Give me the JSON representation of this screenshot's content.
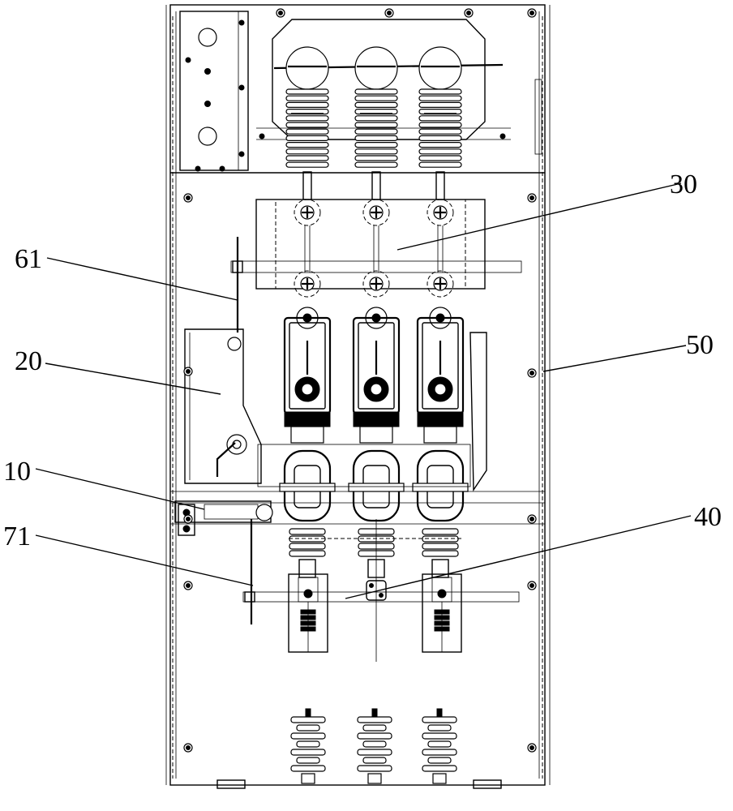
{
  "callouts": [
    {
      "id": "c30",
      "text": "30"
    },
    {
      "id": "c61",
      "text": "61"
    },
    {
      "id": "c20",
      "text": "20"
    },
    {
      "id": "c50",
      "text": "50"
    },
    {
      "id": "c10",
      "text": "10"
    },
    {
      "id": "c40",
      "text": "40"
    },
    {
      "id": "c71",
      "text": "71"
    }
  ]
}
